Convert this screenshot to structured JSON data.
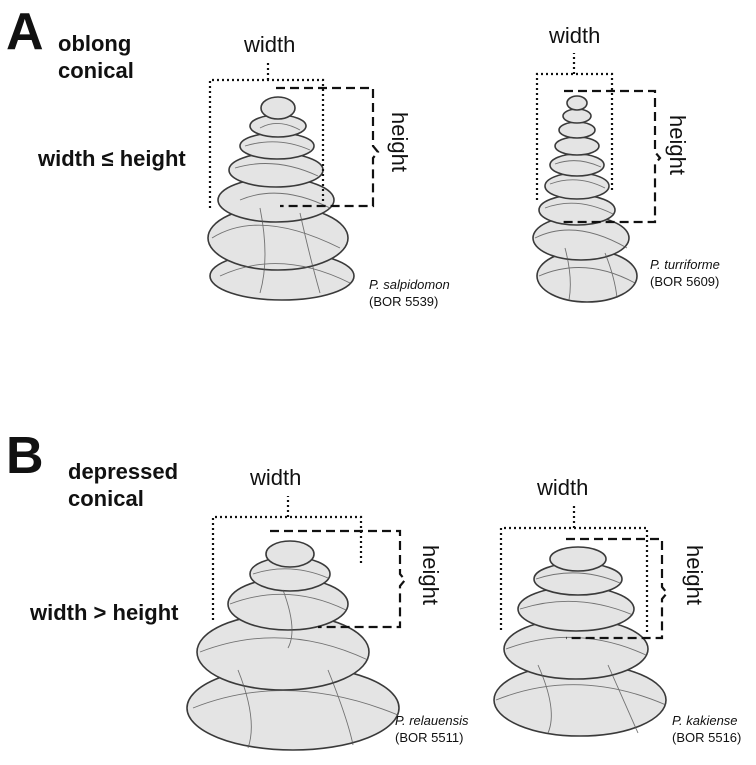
{
  "panels": [
    {
      "letter": "A",
      "shape_name": "oblong\nconical",
      "rule": "width ≤ height",
      "specimens": [
        {
          "species": "P. salpidomon",
          "code": "(BOR 5539)",
          "width_label": "width",
          "height_label": "height"
        },
        {
          "species": "P. turriforme",
          "code": "(BOR 5609)",
          "width_label": "width",
          "height_label": "height"
        }
      ]
    },
    {
      "letter": "B",
      "shape_name": "depressed\nconical",
      "rule": "width > height",
      "specimens": [
        {
          "species": "P. relauensis",
          "code": "(BOR 5511)",
          "width_label": "width",
          "height_label": "height"
        },
        {
          "species": "P. kakiense",
          "code": "(BOR 5516)",
          "width_label": "width",
          "height_label": "height"
        }
      ]
    }
  ],
  "colors": {
    "ink": "#111111",
    "shell_fill": "#e4e4e4",
    "shell_line": "#3a3a3a"
  }
}
